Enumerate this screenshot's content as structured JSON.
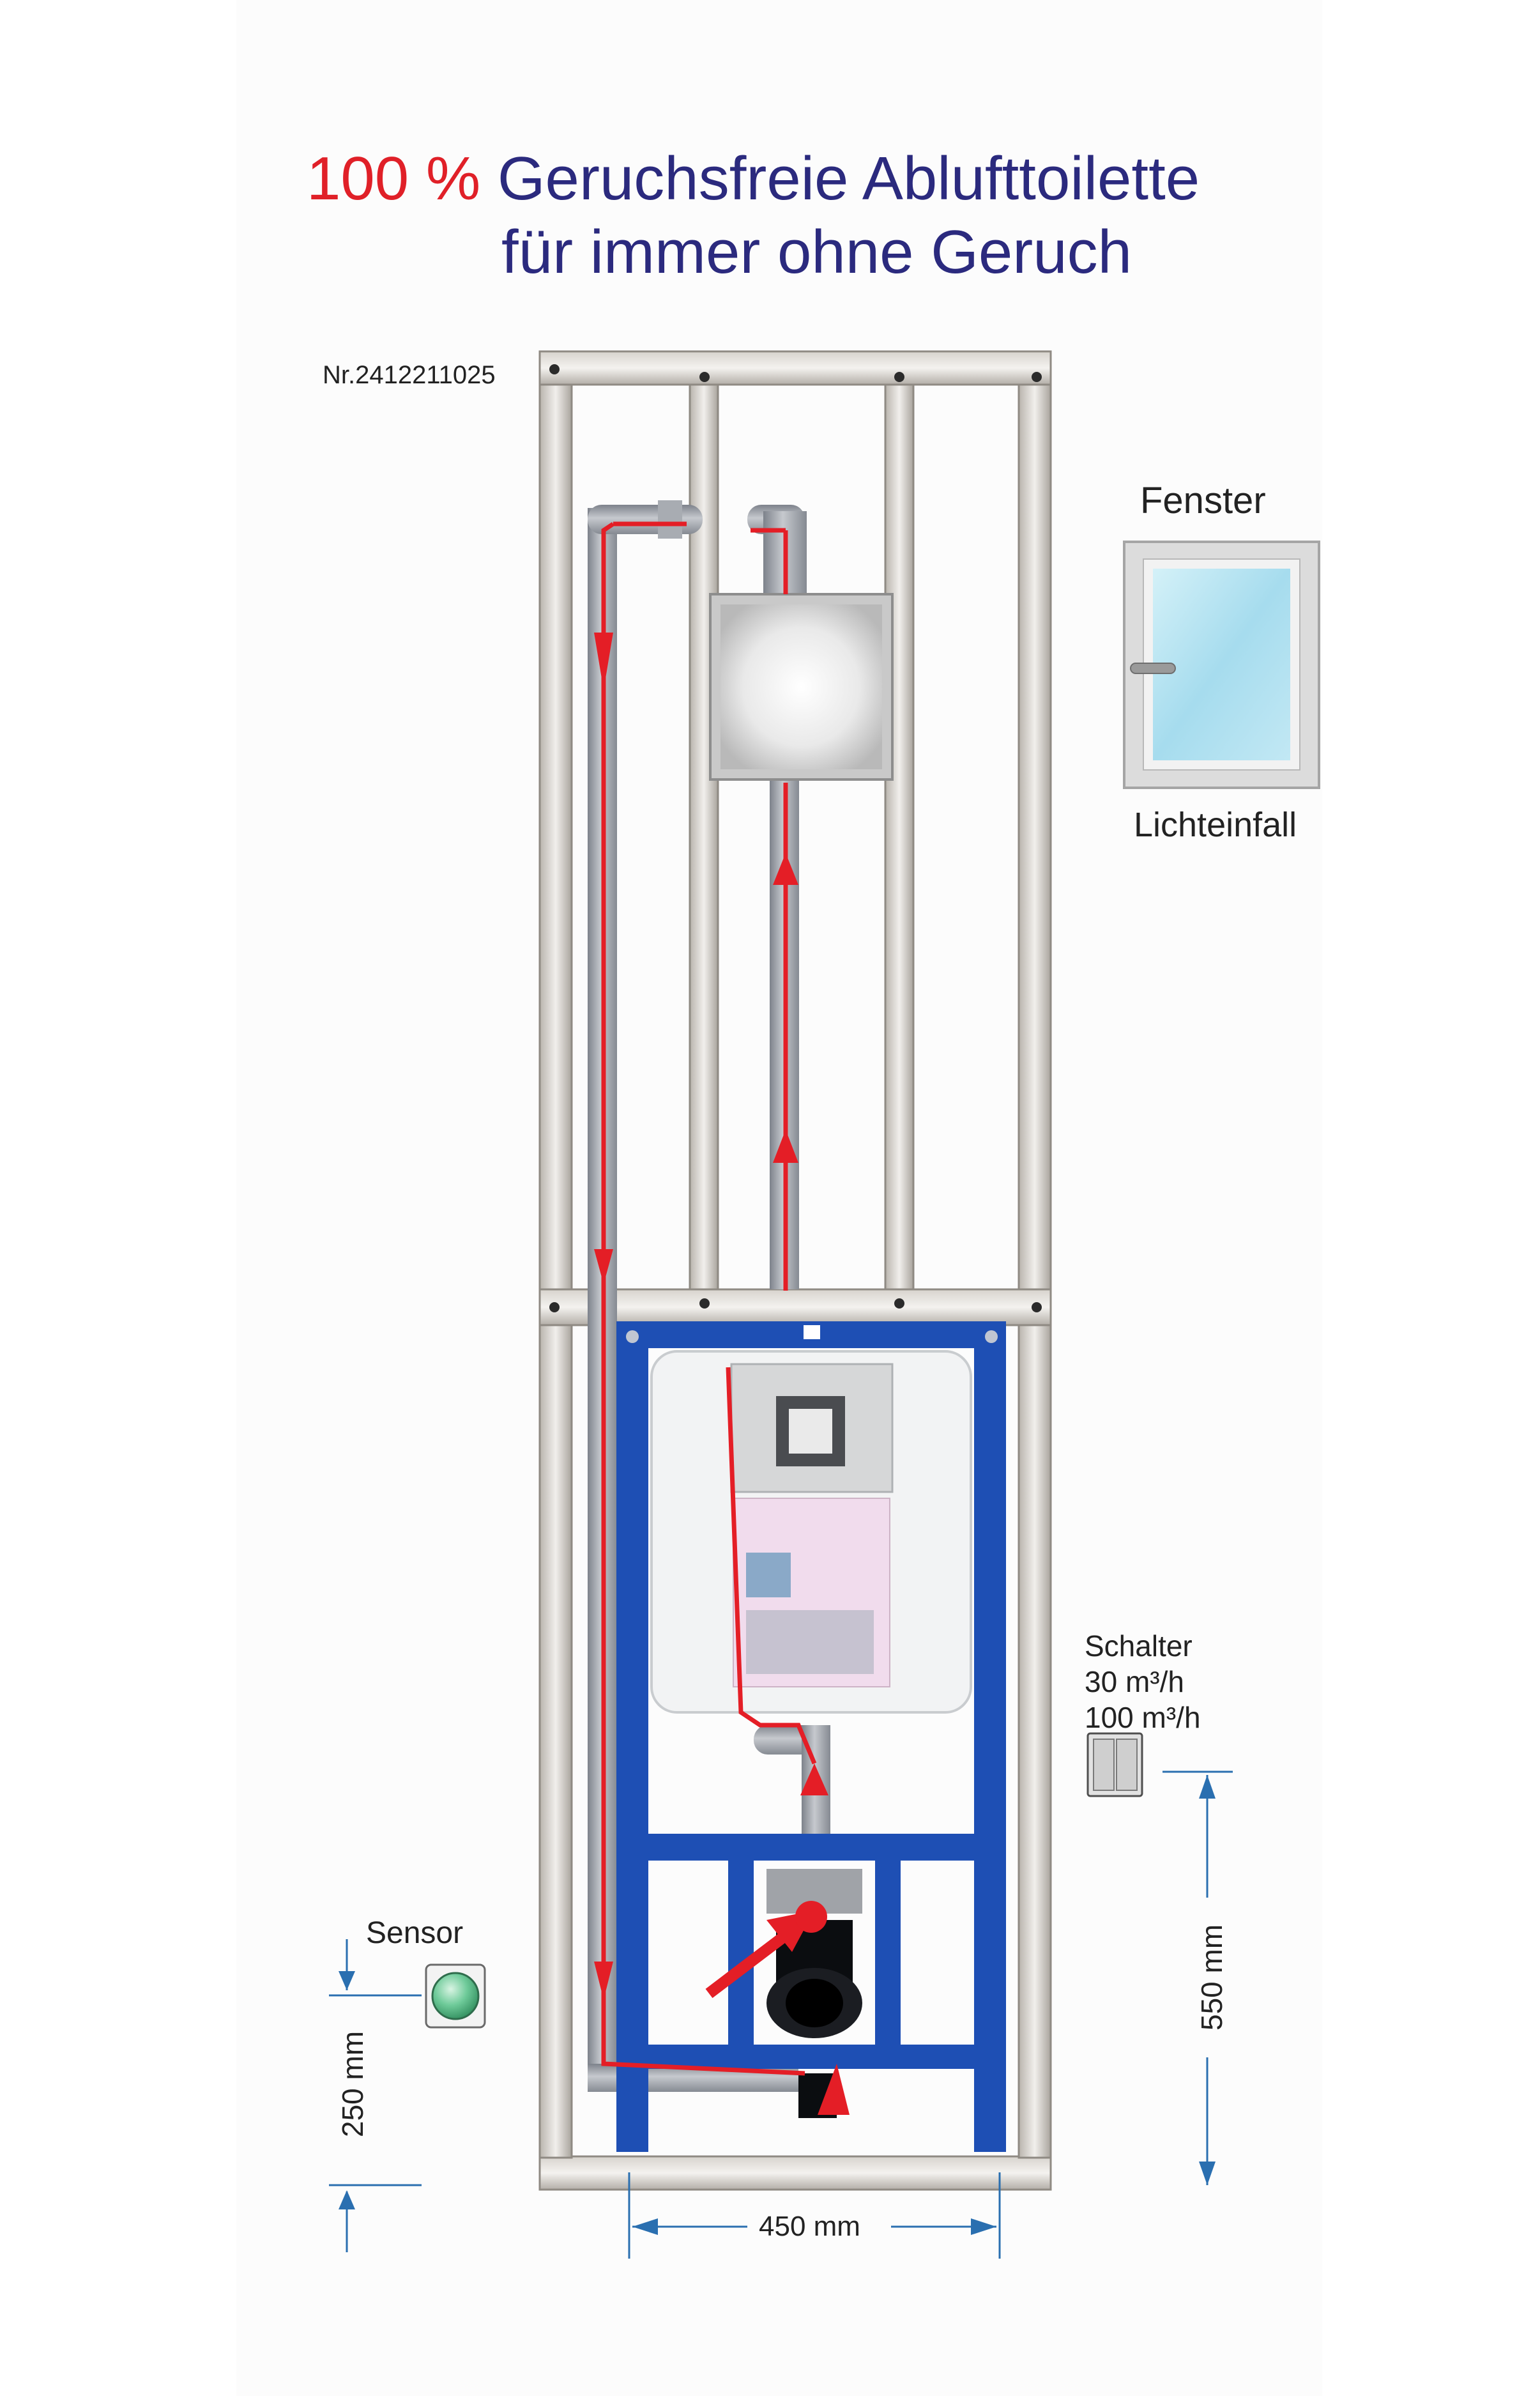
{
  "title": {
    "line1_percent": "100 %",
    "line1_text": "Geruchsfreie Ablufttoilette",
    "line2": "für immer ohne Geruch"
  },
  "article_number": "Nr.2412211025",
  "window": {
    "label": "Fenster",
    "caption": "Lichteinfall"
  },
  "switch": {
    "label": "Schalter",
    "rate_low": "30 m³/h",
    "rate_high": "100 m³/h"
  },
  "sensor": {
    "label": "Sensor"
  },
  "dimensions": {
    "sensor_height": "250 mm",
    "switch_height": "550 mm",
    "frame_width": "450 mm"
  },
  "colors": {
    "title_red": "#e02028",
    "title_blue": "#2b2a7e",
    "airflow_arrow": "#e41e26",
    "frame_blue": "#1e4fb4",
    "pipe_grey": "#9a9ea6",
    "dimension_blue": "#2a6fb0"
  }
}
